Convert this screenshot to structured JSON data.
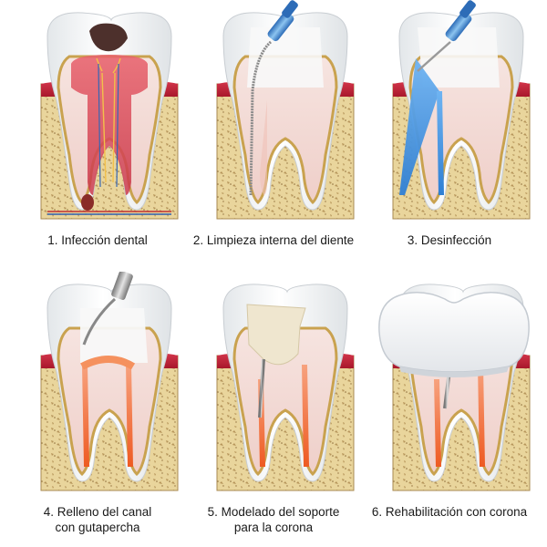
{
  "steps": [
    {
      "lines": [
        "1. Infección dental"
      ]
    },
    {
      "lines": [
        "2. Limpieza interna del diente"
      ]
    },
    {
      "lines": [
        "3. Desinfección"
      ]
    },
    {
      "lines": [
        "4. Relleno del canal",
        "con gutapercha"
      ]
    },
    {
      "lines": [
        "5. Modelado del soporte",
        "para la corona"
      ]
    },
    {
      "lines": [
        "6. Rehabilitación con corona"
      ]
    }
  ],
  "colors": {
    "bone": "#e8d49a",
    "gum": "#b81f32",
    "enamel": "#f2f4f6",
    "dentin": "#f3d8d4",
    "pulp_infected": "#e0515a",
    "decay": "#5a3a36",
    "disinfectant": "#3b8fe0",
    "gutta_percha": "#f26b2e",
    "post_core": "#efe6cf"
  }
}
